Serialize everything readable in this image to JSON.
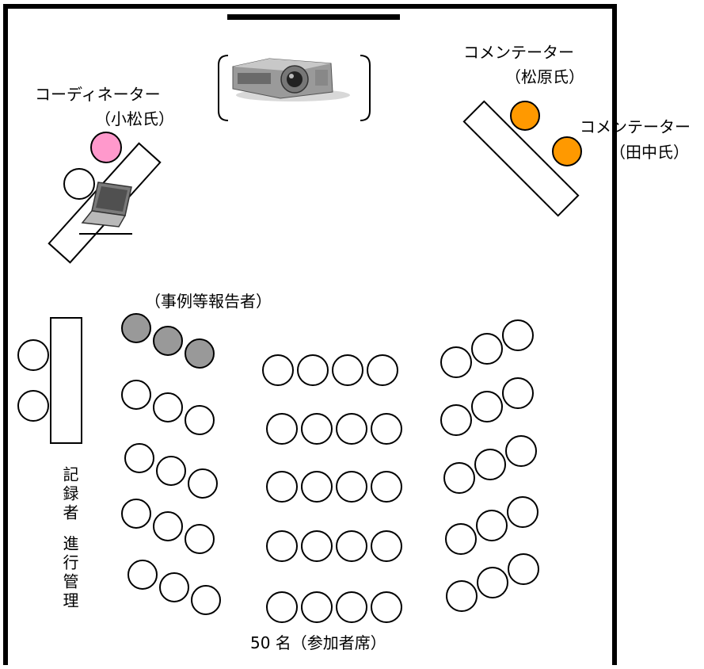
{
  "labels": {
    "coordinator_role": "コーディネーター",
    "coordinator_name": "（小松氏）",
    "commentator1_role": "コメンテーター",
    "commentator1_name": "（松原氏）",
    "commentator2_role": "コメンテーター",
    "commentator2_name": "（田中氏）",
    "case_reporters": "（事例等報告者）",
    "recorder": "記録者",
    "facilitation": "進行管理",
    "participants": "50 名（参加者席）"
  },
  "colors": {
    "coordinator": "#ff99cc",
    "commentator": "#ff9900",
    "case_reporter": "#999999",
    "seat": "#ffffff",
    "line": "#000000"
  },
  "icons": {
    "projector": "projector-icon",
    "laptop": "laptop-icon"
  }
}
